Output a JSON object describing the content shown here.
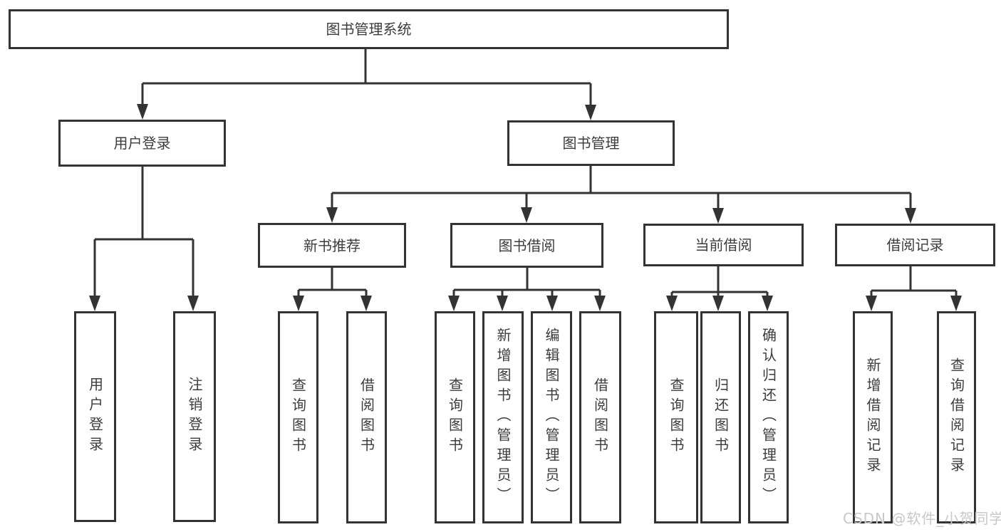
{
  "diagram_type": "hierarchy-tree",
  "title": "图书管理系统",
  "watermark": "CSDN @软件_小贺同学",
  "colors": {
    "line": "#333333",
    "box_border": "#333333",
    "box_fill": "#ffffff",
    "text": "#3c3c3c",
    "watermark": "#c8c8c8",
    "background": "#ffffff"
  },
  "tree": {
    "label": "图书管理系统",
    "children": [
      {
        "label": "用户登录",
        "children": [
          {
            "label": "用户登录"
          },
          {
            "label": "注销登录"
          }
        ]
      },
      {
        "label": "图书管理",
        "children": [
          {
            "label": "新书推荐",
            "children": [
              {
                "label": "查询图书"
              },
              {
                "label": "借阅图书"
              }
            ]
          },
          {
            "label": "图书借阅",
            "children": [
              {
                "label": "查询图书"
              },
              {
                "label": "新增图书（管理员）"
              },
              {
                "label": "编辑图书（管理员）"
              },
              {
                "label": "借阅图书"
              }
            ]
          },
          {
            "label": "当前借阅",
            "children": [
              {
                "label": "查询图书"
              },
              {
                "label": "归还图书"
              },
              {
                "label": "确认归还（管理员）"
              }
            ]
          },
          {
            "label": "借阅记录",
            "children": [
              {
                "label": "新增借阅记录"
              },
              {
                "label": "查询借阅记录"
              }
            ]
          }
        ]
      }
    ]
  }
}
